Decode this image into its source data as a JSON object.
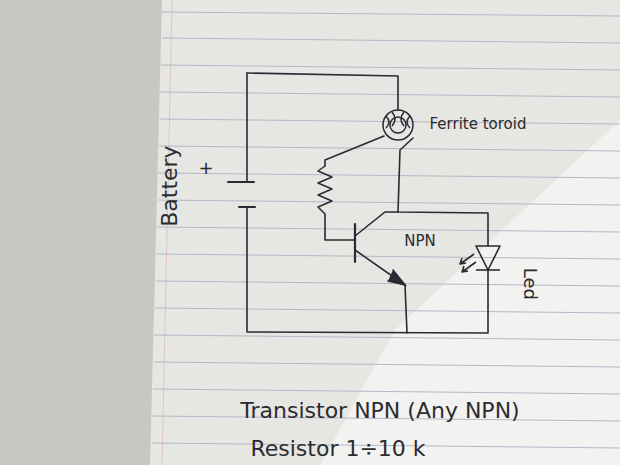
{
  "diagram": {
    "labels": [
      "Ferrite toroid",
      "Battery",
      "+",
      "NPN",
      "Led",
      "Transistor NPN (Any NPN)",
      "Resistor 1÷10 k"
    ]
  }
}
